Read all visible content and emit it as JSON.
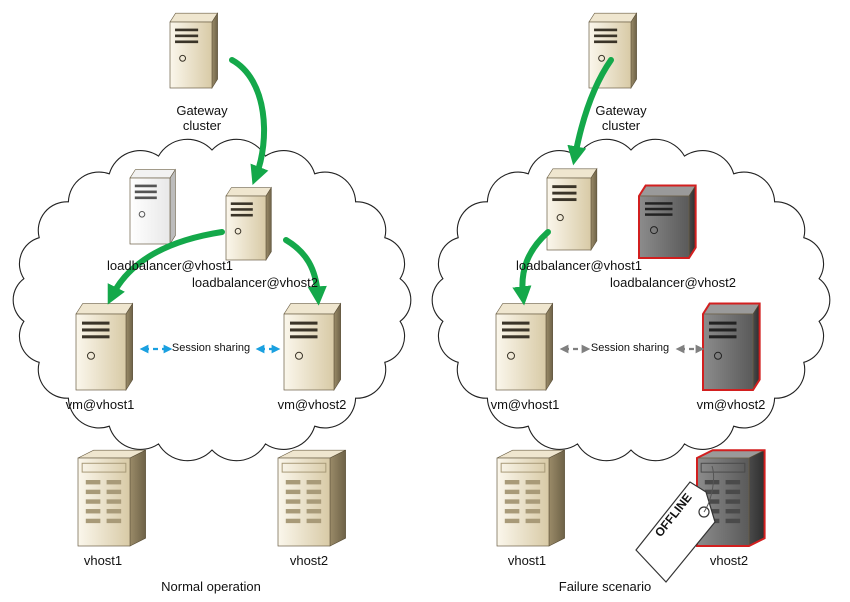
{
  "normal": {
    "gateway_line1": "Gateway",
    "gateway_line2": "cluster",
    "lb1": "loadbalancer@vhost1",
    "lb2": "loadbalancer@vhost2",
    "vm1": "vm@vhost1",
    "vm2": "vm@vhost2",
    "session": "Session sharing",
    "host1": "vhost1",
    "host2": "vhost2",
    "caption": "Normal operation"
  },
  "failure": {
    "gateway_line1": "Gateway",
    "gateway_line2": "cluster",
    "lb1": "loadbalancer@vhost1",
    "lb2": "loadbalancer@vhost2",
    "vm1": "vm@vhost1",
    "vm2": "vm@vhost2",
    "session": "Session sharing",
    "host1": "vhost1",
    "host2": "vhost2",
    "caption": "Failure scenario",
    "offline_tag": "OFFLINE"
  },
  "colors": {
    "active_arrow": "#14a84a",
    "session_arrow_normal": "#1aa0e0",
    "session_arrow_failure": "#808080",
    "failed_outline": "#d21f1f",
    "server_beige": "#e6dcc4",
    "server_gray": "#7a7a7a"
  }
}
